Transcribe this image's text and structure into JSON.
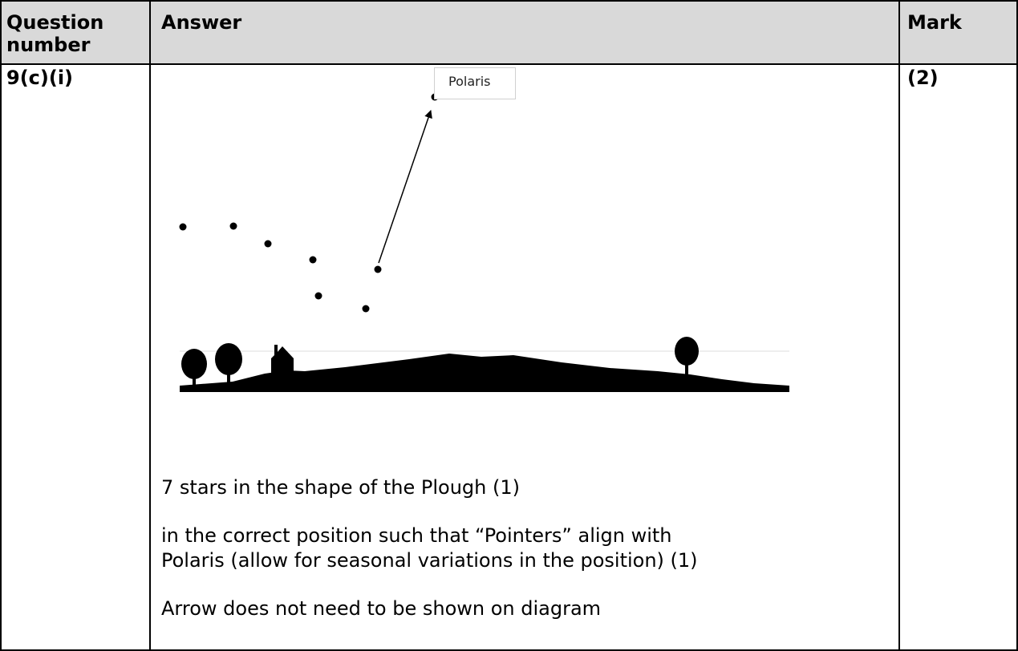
{
  "header": {
    "question_label": "Question number",
    "question_line1": "Question",
    "question_line2": "number",
    "answer_label": "Answer",
    "mark_label": "Mark"
  },
  "row": {
    "question_number": "9(c)(i)",
    "mark": "(2)",
    "diagram": {
      "star_label": "Polaris",
      "colors": {
        "ink": "#000000",
        "header_bg": "#d9d9d9"
      }
    },
    "answer_lines": [
      "7 stars in the shape of the Plough (1)",
      "in the correct position such that “Pointers” align with",
      "Polaris (allow for seasonal variations in the position) (1)",
      "Arrow does not need to be shown on diagram"
    ]
  }
}
